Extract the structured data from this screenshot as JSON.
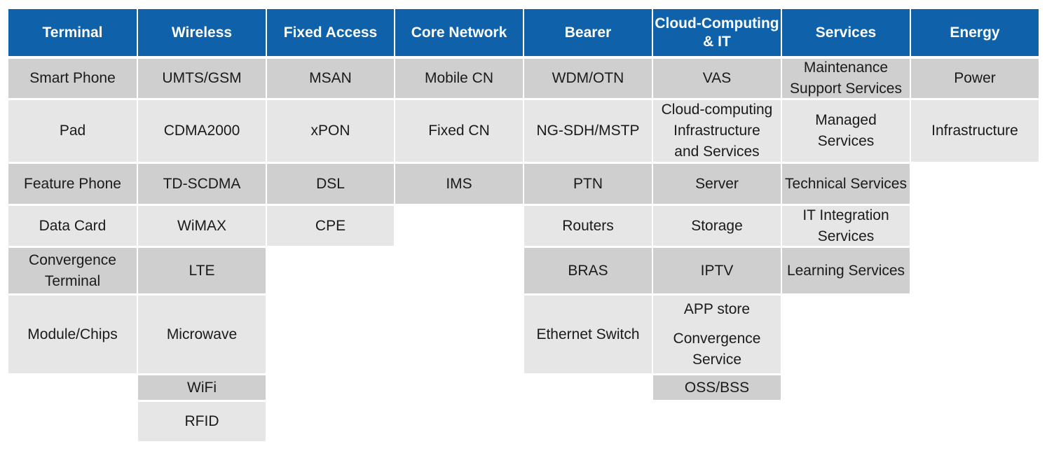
{
  "headers": [
    "Terminal",
    "Wireless",
    "Fixed Access",
    "Core Network",
    "Bearer",
    "Cloud-Computing\n& IT",
    "Services",
    "Energy"
  ],
  "terminal": [
    "Smart Phone",
    "Pad",
    "Feature Phone",
    "Data Card",
    "Convergence\nTerminal",
    "Module/Chips"
  ],
  "wireless": [
    "UMTS/GSM",
    "CDMA2000",
    "TD-SCDMA",
    "WiMAX",
    "LTE",
    "Microwave",
    "WiFi",
    "RFID"
  ],
  "fixed_access": [
    "MSAN",
    "xPON",
    "DSL",
    "CPE"
  ],
  "core_network": [
    "Mobile CN",
    "Fixed CN",
    "IMS"
  ],
  "bearer": [
    "WDM/OTN",
    "NG-SDH/MSTP",
    "PTN",
    "Routers",
    "BRAS",
    "Ethernet Switch"
  ],
  "cloud_it": [
    "VAS",
    "Cloud-computing\nInfrastructure\nand Services",
    "Server",
    "Storage",
    "IPTV",
    "APP store",
    "Convergence\nService",
    "OSS/BSS"
  ],
  "services": [
    "Maintenance\nSupport Services",
    "Managed\nServices",
    "Technical Services",
    "IT Integration\nServices",
    "Learning Services"
  ],
  "energy": [
    "Power",
    "Infrastructure"
  ]
}
